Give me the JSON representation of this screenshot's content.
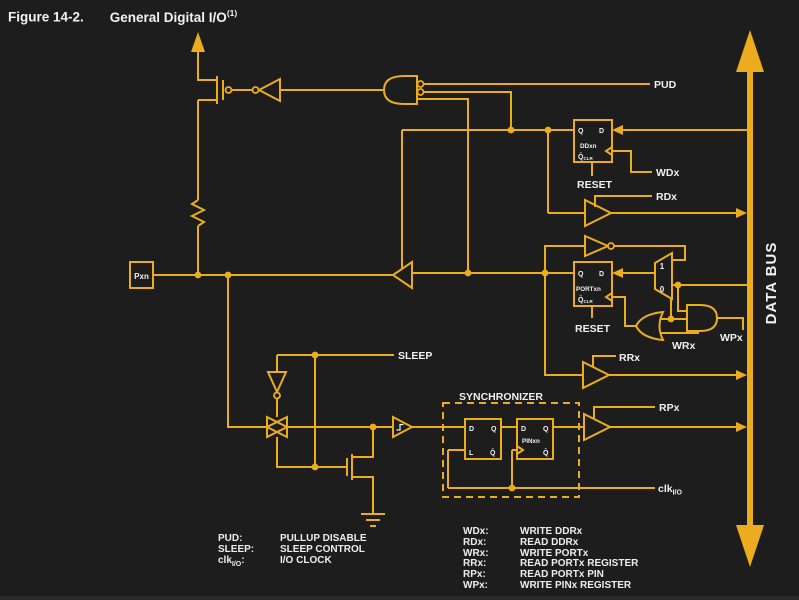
{
  "title": {
    "figure_label": "Figure 14-2.",
    "figure_title": "General Digital I/O",
    "footnote_ref": "(1)"
  },
  "colors": {
    "background": "#1d1d1d",
    "wire": "#EBAC20",
    "text": "#f2f2f2"
  },
  "bus": {
    "label": "DATA BUS"
  },
  "pin": {
    "label": "Pxn"
  },
  "signals": {
    "pud": "PUD",
    "wdx": "WDx",
    "rdx": "RDx",
    "reset_ddr": "RESET",
    "reset_port": "RESET",
    "sleep": "SLEEP",
    "synchronizer": "SYNCHRONIZER",
    "wrx": "WRx",
    "wpx": "WPx",
    "rrx": "RRx",
    "rpx": "RPx",
    "clk_base": "clk",
    "clk_sub": "I/O"
  },
  "registers": {
    "ddr": {
      "q": "Q",
      "d": "D",
      "name": "DDxn",
      "qbar": "Q̄",
      "clr": "CLR"
    },
    "port": {
      "q": "Q",
      "d": "D",
      "name": "PORTxn",
      "qbar": "Q̄",
      "clr": "CLR"
    },
    "pin_ff": {
      "d": "D",
      "q": "Q",
      "name": "PINxn",
      "qbar": "Q̄"
    },
    "latch": {
      "d": "D",
      "q": "Q",
      "l": "L",
      "qbar": "Q̄"
    }
  },
  "mux": {
    "one": "1",
    "zero": "0"
  },
  "legend_left": [
    {
      "term": "PUD:",
      "def": "PULLUP DISABLE"
    },
    {
      "term": "SLEEP:",
      "def": "SLEEP CONTROL"
    },
    {
      "term_base": "clk",
      "term_sub": "I/O",
      "term_colon": ":",
      "def": "I/O CLOCK"
    }
  ],
  "legend_right": [
    {
      "term": "WDx:",
      "def": "WRITE DDRx"
    },
    {
      "term": "RDx:",
      "def": "READ DDRx"
    },
    {
      "term": "WRx:",
      "def": "WRITE PORTx"
    },
    {
      "term": "RRx:",
      "def": "READ PORTx REGISTER"
    },
    {
      "term": "RPx:",
      "def": "READ PORTx PIN"
    },
    {
      "term": "WPx:",
      "def": "WRITE PINx REGISTER"
    }
  ]
}
